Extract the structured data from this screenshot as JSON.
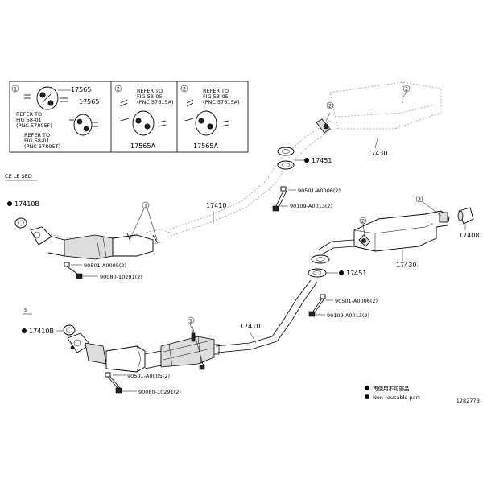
{
  "insets": [
    {
      "num": "1",
      "parts": [
        "17565",
        "17565"
      ],
      "refer1": [
        "REFER TO",
        "FIG 58-01",
        "(PNC 57805F)"
      ],
      "refer2": [
        "REFER TO",
        "FIG 58-01",
        "(PNC 57805T)"
      ]
    },
    {
      "num": "2",
      "refer": [
        "REFER TO",
        "FIG 53-05",
        "(PNC 57615A)"
      ],
      "part": "17565A"
    },
    {
      "num": "2",
      "refer": [
        "REFER TO",
        "FIG 53-05",
        "(PNC 57615A)"
      ],
      "part": "17565A"
    }
  ],
  "section_labels": {
    "upper": "CE LE SED",
    "lower": "S"
  },
  "callouts": {
    "c1": "1",
    "c2": "2",
    "c3": "3"
  },
  "parts": {
    "p17410_top": "17410",
    "p17410_bot": "17410",
    "p17430_top": "17430",
    "p17430_mid": "17430",
    "p17451_top": "17451",
    "p17451_mid": "17451",
    "p17410B_top": "17410B",
    "p17410B_bot": "17410B",
    "p17408": "17408",
    "p90501_a": "90501-A0006(2)",
    "p90109_a": "90109-A0013(2)",
    "p90501_b": "90501-A0005(2)",
    "p90080_b": "90080-10291(2)",
    "p90501_c": "90501-A0006(2)",
    "p90109_c": "90109-A0013(2)",
    "p90501_d": "90501-A0005(2)",
    "p90080_d": "90080-10291(2)"
  },
  "legend": {
    "line1": "再使用不可部品",
    "line2": "Non-reusable part"
  },
  "figure_id": "128277B"
}
